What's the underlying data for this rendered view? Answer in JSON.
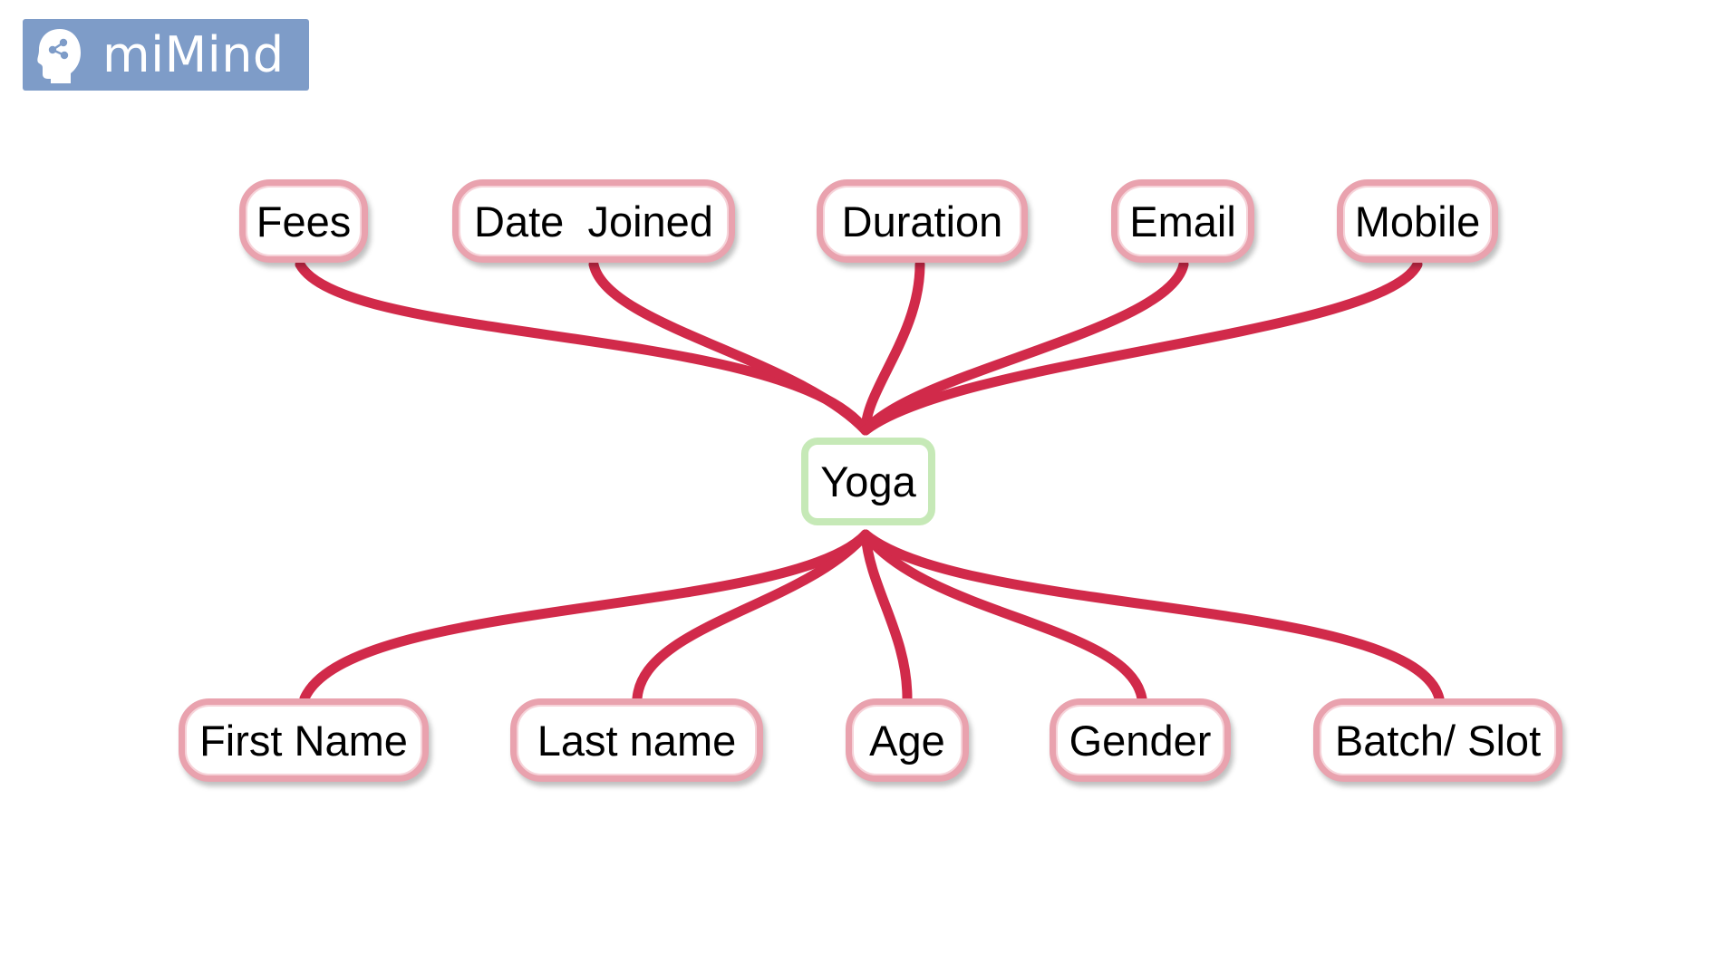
{
  "app": {
    "logo_text": "miMind",
    "logo_icon": "head-share-icon"
  },
  "mindmap": {
    "root": "Yoga",
    "top_nodes": [
      "Fees",
      "Date  Joined",
      "Duration",
      "Email",
      "Mobile"
    ],
    "bottom_nodes": [
      "First Name",
      "Last name",
      "Age",
      "Gender",
      "Batch/ Slot"
    ]
  },
  "colors": {
    "logo_background": "#7e9cc8",
    "connector": "#d12a4a",
    "child_border": "#e9a2ae",
    "root_border": "#c6e9b7"
  }
}
